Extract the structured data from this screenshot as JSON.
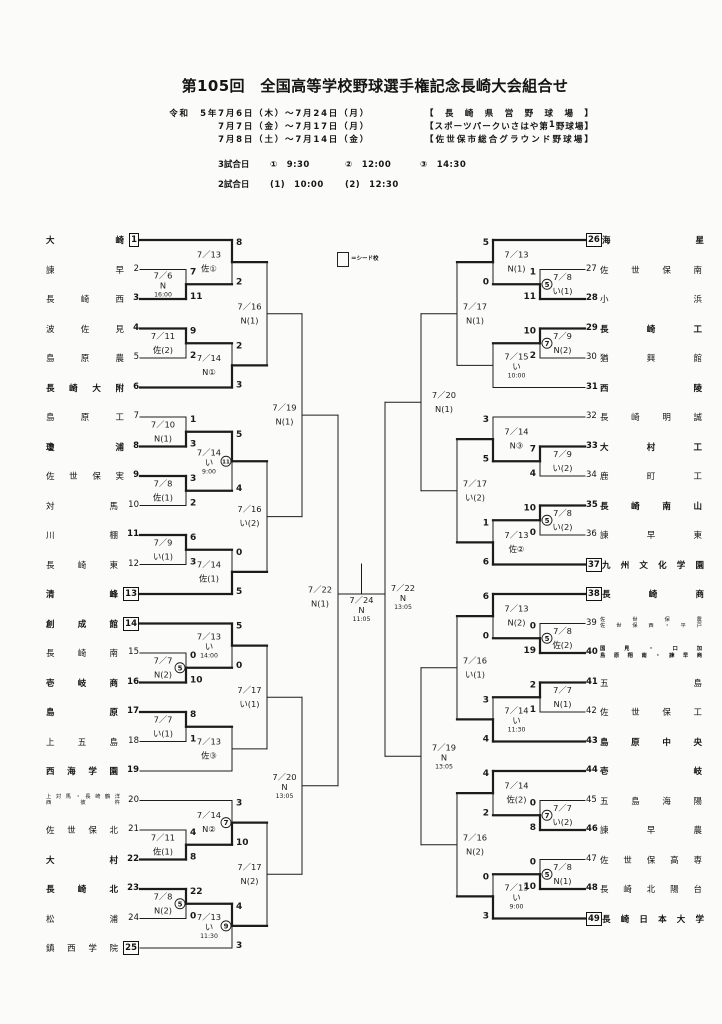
{
  "header": {
    "title": "第105回　全国高等学校野球選手権記念長崎大会組合せ",
    "venues": [
      {
        "period": "令和　5年7月6日（木）～7月24日（月）",
        "venue": "【長崎県営野球場】"
      },
      {
        "period": "7月7日（金）～7月17日（月）",
        "venue": "【スポーツパークいさはや第1野球場】"
      },
      {
        "period": "7月8日（土）～7月14日（金）",
        "venue": "【佐世保市総合グラウンド野球場】"
      }
    ],
    "schedule": [
      {
        "label": "3試合日",
        "slots": [
          "①　9:30",
          "②　12:00",
          "③　14:30"
        ]
      },
      {
        "label": "2試合日",
        "slots": [
          "(1)　10:00",
          "(2)　12:30"
        ]
      }
    ]
  },
  "legend": {
    "seed_label": "＝シード校"
  },
  "teams": [
    {
      "no": 1,
      "name": "大崎",
      "seed": true,
      "bold": true
    },
    {
      "no": 2,
      "name": "諫早"
    },
    {
      "no": 3,
      "name": "長崎西"
    },
    {
      "no": 4,
      "name": "波佐見"
    },
    {
      "no": 5,
      "name": "島原農"
    },
    {
      "no": 6,
      "name": "長崎大附",
      "bold": true
    },
    {
      "no": 7,
      "name": "島原工"
    },
    {
      "no": 8,
      "name": "瓊浦",
      "bold": true
    },
    {
      "no": 9,
      "name": "佐世保実"
    },
    {
      "no": 10,
      "name": "対馬"
    },
    {
      "no": 11,
      "name": "川棚"
    },
    {
      "no": 12,
      "name": "長崎東"
    },
    {
      "no": 13,
      "name": "清峰",
      "seed": true,
      "bold": true
    },
    {
      "no": 14,
      "name": "創成館",
      "seed": true,
      "bold": true
    },
    {
      "no": 15,
      "name": "長崎南"
    },
    {
      "no": 16,
      "name": "壱岐商",
      "bold": true
    },
    {
      "no": 17,
      "name": "島原",
      "bold": true
    },
    {
      "no": 18,
      "name": "上五島"
    },
    {
      "no": 19,
      "name": "西海学園",
      "bold": true
    },
    {
      "no": 20,
      "name": "上対馬・長崎鶴洋",
      "name2": "西彼杵"
    },
    {
      "no": 21,
      "name": "佐世保北"
    },
    {
      "no": 22,
      "name": "大村",
      "bold": true
    },
    {
      "no": 23,
      "name": "長崎北",
      "bold": true
    },
    {
      "no": 24,
      "name": "松浦"
    },
    {
      "no": 25,
      "name": "鎮西学院",
      "seed": true
    },
    {
      "no": 26,
      "name": "海星",
      "seed": true,
      "bold": true
    },
    {
      "no": 27,
      "name": "佐世保南"
    },
    {
      "no": 28,
      "name": "小浜"
    },
    {
      "no": 29,
      "name": "長崎工",
      "bold": true
    },
    {
      "no": 30,
      "name": "猶興館"
    },
    {
      "no": 31,
      "name": "西陵",
      "bold": true
    },
    {
      "no": 32,
      "name": "長崎明誠"
    },
    {
      "no": 33,
      "name": "大村工",
      "bold": true
    },
    {
      "no": 34,
      "name": "鹿町工"
    },
    {
      "no": 35,
      "name": "長崎南山",
      "bold": true
    },
    {
      "no": 36,
      "name": "諫早東"
    },
    {
      "no": 37,
      "name": "九州文化学園",
      "seed": true,
      "bold": true
    },
    {
      "no": 38,
      "name": "長崎商",
      "seed": true,
      "bold": true
    },
    {
      "no": 39,
      "name": "佐世保農",
      "name2": "佐世保西・平戸"
    },
    {
      "no": 40,
      "name": "国見・口加",
      "name2": "島原翔南・諫早商",
      "bold": true
    },
    {
      "no": 41,
      "name": "五島"
    },
    {
      "no": 42,
      "name": "佐世保工"
    },
    {
      "no": 43,
      "name": "島原中央",
      "bold": true
    },
    {
      "no": 44,
      "name": "壱岐",
      "bold": true
    },
    {
      "no": 45,
      "name": "五島海陽"
    },
    {
      "no": 46,
      "name": "諫早農"
    },
    {
      "no": 47,
      "name": "佐世保高専"
    },
    {
      "no": 48,
      "name": "長崎北陽台"
    },
    {
      "no": 49,
      "name": "長崎日本大学",
      "seed": true,
      "bold": true
    }
  ],
  "bracket": {
    "left": {
      "date": "7／22",
      "venue": "N(1)",
      "top": {
        "date": "7／19",
        "venue": "N(1)",
        "top": {
          "date": "7／16",
          "venue": "N(1)",
          "top": {
            "date": "7／13",
            "venue": "佐①",
            "scores": [
              8,
              2
            ],
            "top": {
              "team": 1
            },
            "bottom": {
              "date": "7／6",
              "venue": "N",
              "time": "16:00",
              "scores": [
                7,
                11
              ],
              "top": {
                "team": 2
              },
              "bottom": {
                "team": 3
              }
            }
          },
          "bottom": {
            "date": "7／14",
            "venue": "N①",
            "scores": [
              2,
              3
            ],
            "top": {
              "date": "7／11",
              "venue": "佐(2)",
              "scores": [
                9,
                2
              ],
              "top": {
                "team": 4
              },
              "bottom": {
                "team": 5
              }
            },
            "bottom": {
              "team": 6
            }
          }
        },
        "bottom": {
          "date": "7／16",
          "venue": "い(2)",
          "top": {
            "date": "7／14",
            "venue": "い",
            "time": "9:00",
            "game_no": 11,
            "scores": [
              5,
              4
            ],
            "top": {
              "date": "7／10",
              "venue": "N(1)",
              "scores": [
                1,
                3
              ],
              "top": {
                "team": 7
              },
              "bottom": {
                "team": 8
              }
            },
            "bottom": {
              "date": "7／8",
              "venue": "佐(1)",
              "scores": [
                3,
                2
              ],
              "top": {
                "team": 9
              },
              "bottom": {
                "team": 10
              }
            }
          },
          "bottom": {
            "date": "7／14",
            "venue": "佐(1)",
            "scores": [
              0,
              5
            ],
            "top": {
              "date": "7／9",
              "venue": "い(1)",
              "scores": [
                6,
                3
              ],
              "top": {
                "team": 11
              },
              "bottom": {
                "team": 12
              }
            },
            "bottom": {
              "team": 13
            }
          }
        }
      },
      "bottom": {
        "date": "7／20",
        "venue": "N",
        "time": "13:05",
        "top": {
          "date": "7／17",
          "venue": "い(1)",
          "top": {
            "date": "7／13",
            "venue": "い",
            "time": "14:00",
            "scores": [
              5,
              0
            ],
            "top": {
              "team": 14
            },
            "bottom": {
              "date": "7／7",
              "venue": "N(2)",
              "game_no": 5,
              "scores": [
                0,
                10
              ],
              "top": {
                "team": 15
              },
              "bottom": {
                "team": 16
              }
            }
          },
          "bottom": {
            "date": "7／13",
            "venue": "佐③",
            "top": {
              "date": "7／7",
              "venue": "い(1)",
              "scores": [
                8,
                1
              ],
              "top": {
                "team": 17
              },
              "bottom": {
                "team": 18
              }
            },
            "bottom": {
              "team": 19
            }
          }
        },
        "bottom": {
          "date": "7／17",
          "venue": "N(2)",
          "top": {
            "date": "7／14",
            "venue": "N②",
            "game_no": 7,
            "scores": [
              3,
              10
            ],
            "top": {
              "team": 20
            },
            "bottom": {
              "date": "7／11",
              "venue": "佐(1)",
              "scores": [
                4,
                8
              ],
              "top": {
                "team": 21
              },
              "bottom": {
                "team": 22
              }
            }
          },
          "bottom": {
            "date": "7／13",
            "venue": "い",
            "time": "11:30",
            "game_no": 9,
            "scores": [
              4,
              3
            ],
            "top": {
              "date": "7／8",
              "venue": "N(2)",
              "game_no": 5,
              "scores": [
                22,
                0
              ],
              "top": {
                "team": 23
              },
              "bottom": {
                "team": 24
              }
            },
            "bottom": {
              "team": 25
            }
          }
        }
      }
    },
    "right": {
      "date": "7／22",
      "venue": "N",
      "time": "13:05",
      "top": {
        "date": "7／20",
        "venue": "N(1)",
        "top": {
          "date": "7／17",
          "venue": "N(1)",
          "top": {
            "date": "7／13",
            "venue": "N(1)",
            "scores": [
              5,
              0
            ],
            "top": {
              "team": 26
            },
            "bottom": {
              "date": "7／8",
              "venue": "い(1)",
              "game_no": 5,
              "scores": [
                1,
                11
              ],
              "top": {
                "team": 27
              },
              "bottom": {
                "team": 28
              }
            }
          },
          "bottom": {
            "date": "7／15",
            "venue": "い",
            "time": "10:00",
            "top": {
              "date": "7／9",
              "venue": "N(2)",
              "game_no": 7,
              "scores": [
                10,
                2
              ],
              "top": {
                "team": 29
              },
              "bottom": {
                "team": 30
              }
            },
            "bottom": {
              "team": 31
            }
          }
        },
        "bottom": {
          "date": "7／17",
          "venue": "い(2)",
          "top": {
            "date": "7／14",
            "venue": "N③",
            "scores": [
              3,
              5
            ],
            "top": {
              "team": 32
            },
            "bottom": {
              "date": "7／9",
              "venue": "い(2)",
              "scores": [
                7,
                4
              ],
              "top": {
                "team": 33
              },
              "bottom": {
                "team": 34
              }
            }
          },
          "bottom": {
            "date": "7／13",
            "venue": "佐②",
            "scores": [
              1,
              6
            ],
            "top": {
              "date": "7／8",
              "venue": "い(2)",
              "game_no": 5,
              "scores": [
                10,
                0
              ],
              "top": {
                "team": 35
              },
              "bottom": {
                "team": 36
              }
            },
            "bottom": {
              "team": 37
            }
          }
        }
      },
      "bottom": {
        "date": "7／19",
        "venue": "N",
        "time": "13:05",
        "top": {
          "date": "7／16",
          "venue": "い(1)",
          "top": {
            "date": "7／13",
            "venue": "N(2)",
            "scores": [
              6,
              0
            ],
            "top": {
              "team": 38
            },
            "bottom": {
              "date": "7／8",
              "venue": "佐(2)",
              "game_no": 5,
              "scores": [
                0,
                19
              ],
              "top": {
                "team": 39
              },
              "bottom": {
                "team": 40
              }
            }
          },
          "bottom": {
            "date": "7／14",
            "venue": "い",
            "time": "11:30",
            "scores": [
              3,
              4
            ],
            "top": {
              "date": "7／7",
              "venue": "N(1)",
              "scores": [
                2,
                1
              ],
              "top": {
                "team": 41
              },
              "bottom": {
                "team": 42
              }
            },
            "bottom": {
              "team": 43
            }
          }
        },
        "bottom": {
          "date": "7／16",
          "venue": "N(2)",
          "top": {
            "date": "7／14",
            "venue": "佐(2)",
            "scores": [
              4,
              2
            ],
            "top": {
              "team": 44
            },
            "bottom": {
              "date": "7／7",
              "venue": "い(2)",
              "game_no": 7,
              "scores": [
                0,
                8
              ],
              "top": {
                "team": 45
              },
              "bottom": {
                "team": 46
              }
            }
          },
          "bottom": {
            "date": "7／13",
            "venue": "い",
            "time": "9:00",
            "scores": [
              0,
              3
            ],
            "top": {
              "date": "7／8",
              "venue": "N(1)",
              "game_no": 5,
              "scores": [
                0,
                10
              ],
              "top": {
                "team": 47
              },
              "bottom": {
                "team": 48
              }
            },
            "bottom": {
              "team": 49
            }
          }
        }
      }
    },
    "final": {
      "date": "7／24",
      "venue": "N",
      "time": "11:05"
    }
  }
}
